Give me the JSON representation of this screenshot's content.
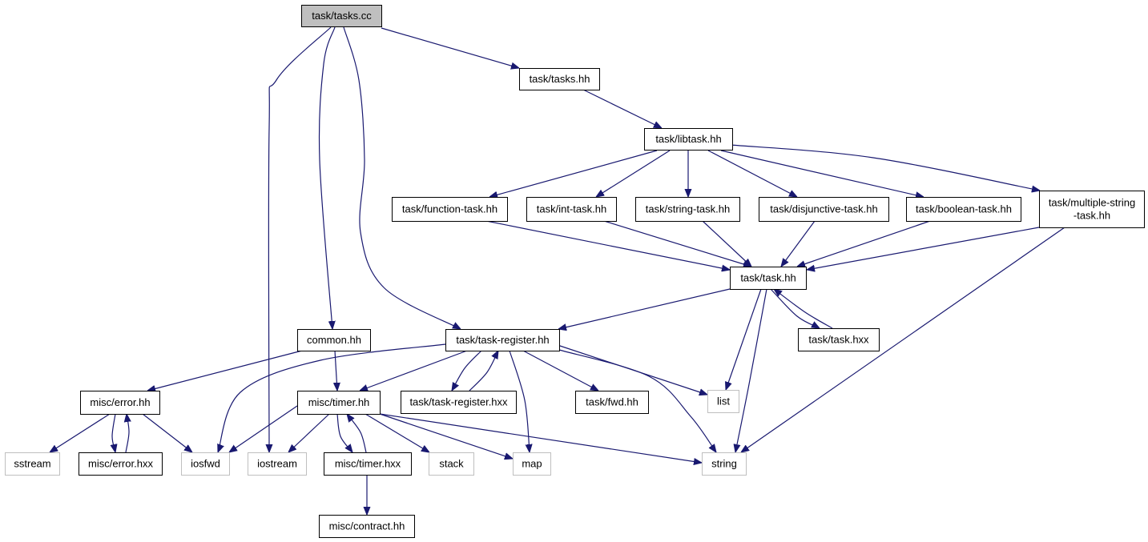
{
  "colors": {
    "edge": "#191970",
    "node_border": "#000000",
    "external_border": "#bfbfbf",
    "root_fill": "#bfbfbf",
    "node_fill": "#ffffff",
    "text": "#000000"
  },
  "nodes": [
    {
      "id": "tasks_cc",
      "lines": [
        "task/tasks.cc"
      ],
      "kind": "root"
    },
    {
      "id": "tasks_hh",
      "lines": [
        "task/tasks.hh"
      ],
      "kind": "internal"
    },
    {
      "id": "libtask_hh",
      "lines": [
        "task/libtask.hh"
      ],
      "kind": "internal"
    },
    {
      "id": "function_task_hh",
      "lines": [
        "task/function-task.hh"
      ],
      "kind": "internal"
    },
    {
      "id": "int_task_hh",
      "lines": [
        "task/int-task.hh"
      ],
      "kind": "internal"
    },
    {
      "id": "string_task_hh",
      "lines": [
        "task/string-task.hh"
      ],
      "kind": "internal"
    },
    {
      "id": "disjunctive_task_hh",
      "lines": [
        "task/disjunctive-task.hh"
      ],
      "kind": "internal"
    },
    {
      "id": "boolean_task_hh",
      "lines": [
        "task/boolean-task.hh"
      ],
      "kind": "internal"
    },
    {
      "id": "multiple_string_task_hh",
      "lines": [
        "task/multiple-string",
        "-task.hh"
      ],
      "kind": "internal"
    },
    {
      "id": "task_hh",
      "lines": [
        "task/task.hh"
      ],
      "kind": "internal"
    },
    {
      "id": "task_hxx",
      "lines": [
        "task/task.hxx"
      ],
      "kind": "internal"
    },
    {
      "id": "common_hh",
      "lines": [
        "common.hh"
      ],
      "kind": "internal"
    },
    {
      "id": "task_register_hh",
      "lines": [
        "task/task-register.hh"
      ],
      "kind": "internal"
    },
    {
      "id": "misc_error_hh",
      "lines": [
        "misc/error.hh"
      ],
      "kind": "internal"
    },
    {
      "id": "misc_timer_hh",
      "lines": [
        "misc/timer.hh"
      ],
      "kind": "internal"
    },
    {
      "id": "task_register_hxx",
      "lines": [
        "task/task-register.hxx"
      ],
      "kind": "internal"
    },
    {
      "id": "task_fwd_hh",
      "lines": [
        "task/fwd.hh"
      ],
      "kind": "internal"
    },
    {
      "id": "list",
      "lines": [
        "list"
      ],
      "kind": "external"
    },
    {
      "id": "sstream",
      "lines": [
        "sstream"
      ],
      "kind": "external"
    },
    {
      "id": "misc_error_hxx",
      "lines": [
        "misc/error.hxx"
      ],
      "kind": "internal"
    },
    {
      "id": "iosfwd",
      "lines": [
        "iosfwd"
      ],
      "kind": "external"
    },
    {
      "id": "iostream",
      "lines": [
        "iostream"
      ],
      "kind": "external"
    },
    {
      "id": "misc_timer_hxx",
      "lines": [
        "misc/timer.hxx"
      ],
      "kind": "internal"
    },
    {
      "id": "stack",
      "lines": [
        "stack"
      ],
      "kind": "external"
    },
    {
      "id": "map",
      "lines": [
        "map"
      ],
      "kind": "external"
    },
    {
      "id": "string",
      "lines": [
        "string"
      ],
      "kind": "external"
    },
    {
      "id": "misc_contract_hh",
      "lines": [
        "misc/contract.hh"
      ],
      "kind": "internal"
    }
  ],
  "edges": [
    [
      "tasks_cc",
      "tasks_hh"
    ],
    [
      "tasks_cc",
      "iostream"
    ],
    [
      "tasks_cc",
      "common_hh"
    ],
    [
      "tasks_cc",
      "task_register_hh"
    ],
    [
      "tasks_hh",
      "libtask_hh"
    ],
    [
      "libtask_hh",
      "function_task_hh"
    ],
    [
      "libtask_hh",
      "int_task_hh"
    ],
    [
      "libtask_hh",
      "string_task_hh"
    ],
    [
      "libtask_hh",
      "disjunctive_task_hh"
    ],
    [
      "libtask_hh",
      "boolean_task_hh"
    ],
    [
      "libtask_hh",
      "multiple_string_task_hh"
    ],
    [
      "function_task_hh",
      "task_hh"
    ],
    [
      "int_task_hh",
      "task_hh"
    ],
    [
      "string_task_hh",
      "task_hh"
    ],
    [
      "disjunctive_task_hh",
      "task_hh"
    ],
    [
      "boolean_task_hh",
      "task_hh"
    ],
    [
      "multiple_string_task_hh",
      "task_hh"
    ],
    [
      "multiple_string_task_hh",
      "string"
    ],
    [
      "task_hh",
      "task_register_hh"
    ],
    [
      "task_hh",
      "list"
    ],
    [
      "task_hh",
      "string"
    ],
    [
      "task_hh",
      "task_hxx"
    ],
    [
      "task_hxx",
      "task_hh"
    ],
    [
      "common_hh",
      "misc_error_hh"
    ],
    [
      "common_hh",
      "misc_timer_hh"
    ],
    [
      "task_register_hh",
      "iosfwd"
    ],
    [
      "task_register_hh",
      "misc_timer_hh"
    ],
    [
      "task_register_hh",
      "task_register_hxx"
    ],
    [
      "task_register_hxx",
      "task_register_hh"
    ],
    [
      "task_register_hh",
      "map"
    ],
    [
      "task_register_hh",
      "task_fwd_hh"
    ],
    [
      "task_register_hh",
      "list"
    ],
    [
      "task_register_hh",
      "string"
    ],
    [
      "misc_error_hh",
      "sstream"
    ],
    [
      "misc_error_hh",
      "misc_error_hxx"
    ],
    [
      "misc_error_hxx",
      "misc_error_hh"
    ],
    [
      "misc_error_hh",
      "iosfwd"
    ],
    [
      "misc_timer_hh",
      "iosfwd"
    ],
    [
      "misc_timer_hh",
      "iostream"
    ],
    [
      "misc_timer_hh",
      "misc_timer_hxx"
    ],
    [
      "misc_timer_hxx",
      "misc_timer_hh"
    ],
    [
      "misc_timer_hh",
      "stack"
    ],
    [
      "misc_timer_hh",
      "map"
    ],
    [
      "misc_timer_hh",
      "string"
    ],
    [
      "misc_timer_hxx",
      "misc_contract_hh"
    ]
  ]
}
